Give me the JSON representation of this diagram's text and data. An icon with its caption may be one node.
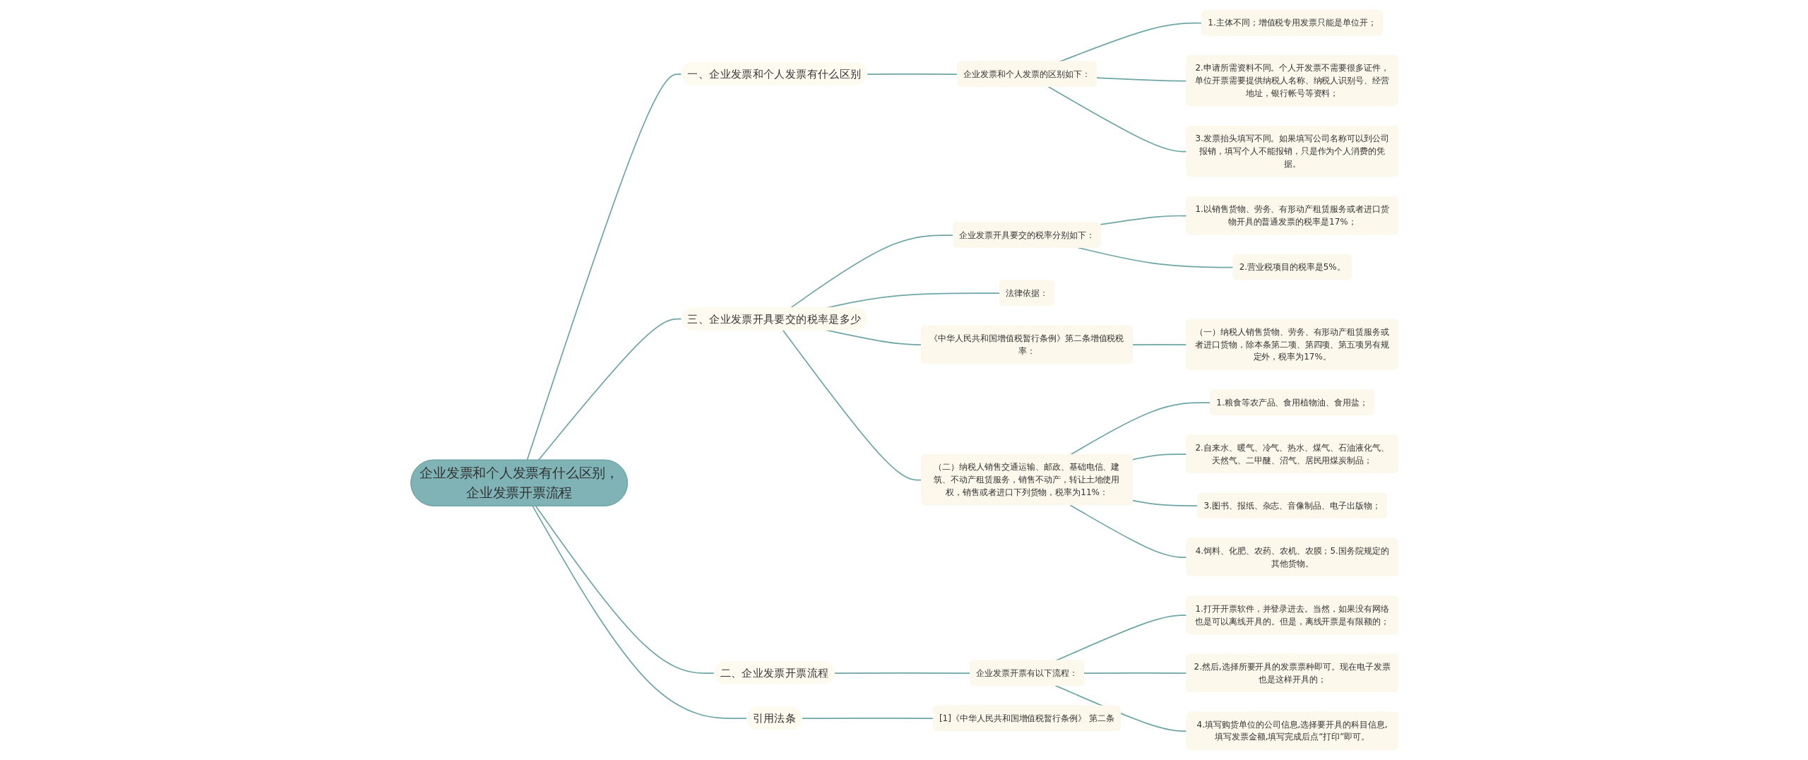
{
  "diagram": {
    "nodes": [
      {
        "text": [
          "企业发票和个人发票有什么区别，企业发票开票流程"
        ]
      },
      {
        "text": [
          "一、企业发票和个人发票有什么区别"
        ]
      },
      {
        "text": [
          "企业发票和个人发票的区别如下："
        ]
      },
      {
        "text": [
          "1.主体不同；增值税专用发票只能是单位开；"
        ]
      },
      {
        "text": [
          "2.申请所需资料不同。个人开发票不需要很多证件，单位开票需要提供纳税人名称、纳税人识别号、经营地址，银行帐号等资料；"
        ]
      },
      {
        "text": [
          "3.发票抬头填写不同。如果填写公司名称可以到公司报销，填写个人不能报销，只是作为个人消费的凭据。"
        ]
      },
      {
        "text": [
          "三、企业发票开具要交的税率是多少"
        ]
      },
      {
        "text": [
          "企业发票开具要交的税率分别如下："
        ]
      },
      {
        "text": [
          "1.以销售货物、劳务、有形动产租赁服务或者进口货物开具的普通发票的税率是17%；"
        ]
      },
      {
        "text": [
          "2.营业税项目的税率是5%。"
        ]
      },
      {
        "text": [
          "法律依据："
        ]
      },
      {
        "text": [
          "《中华人民共和国增值税暂行条例》第二条增值税税率："
        ]
      },
      {
        "text": [
          "（一）纳税人销售货物、劳务、有形动产租赁服务或者进口货物，除本条第二项、第四项、第五项另有规定外，税率为17%。"
        ]
      },
      {
        "text": [
          "（二）纳税人销售交通运输、邮政、基础电信、建筑、不动产租赁服务，销售不动产，转让土地使用权，销售或者进口下列货物，税率为11%："
        ]
      },
      {
        "text": [
          "1.粮食等农产品、食用植物油、食用盐；"
        ]
      },
      {
        "text": [
          "2.自来水、暖气、冷气、热水、煤气、石油液化气、天然气、二甲醚、沼气、居民用煤炭制品；"
        ]
      },
      {
        "text": [
          "3.图书、报纸、杂志、音像制品、电子出版物；"
        ]
      },
      {
        "text": [
          "4.饲料、化肥、农药、农机、农膜；5.国务院规定的其他货物。"
        ]
      },
      {
        "text": [
          "二、企业发票开票流程"
        ]
      },
      {
        "text": [
          "企业发票开票有以下流程："
        ]
      },
      {
        "text": [
          "1.打开开票软件，并登录进去。当然，如果没有网络也是可以离线开具的。但是，离线开票是有限额的；"
        ]
      },
      {
        "text": [
          "2.然后,选择所要开具的发票票种即可。现在电子发票也是这样开具的；"
        ]
      },
      {
        "text": [
          "4.填写购货单位的公司信息,选择要开具的科目信息,填写发票金额,填写完成后点“打印”即可。"
        ]
      },
      {
        "text": [
          "引用法条"
        ]
      },
      {
        "text": [
          "[1]《中华人民共和国增值税暂行条例》 第二条"
        ]
      }
    ],
    "edges": [
      {
        "from": 0,
        "to": 1,
        "arrow": "none"
      },
      {
        "from": 1,
        "to": 2,
        "arrow": "none"
      },
      {
        "from": 2,
        "to": 3,
        "arrow": "none"
      },
      {
        "from": 2,
        "to": 4,
        "arrow": "none"
      },
      {
        "from": 2,
        "to": 5,
        "arrow": "none"
      },
      {
        "from": 0,
        "to": 6,
        "arrow": "none"
      },
      {
        "from": 6,
        "to": 7,
        "arrow": "none"
      },
      {
        "from": 7,
        "to": 8,
        "arrow": "none"
      },
      {
        "from": 7,
        "to": 9,
        "arrow": "none"
      },
      {
        "from": 6,
        "to": 10,
        "arrow": "none"
      },
      {
        "from": 6,
        "to": 11,
        "arrow": "none"
      },
      {
        "from": 11,
        "to": 12,
        "arrow": "none"
      },
      {
        "from": 6,
        "to": 13,
        "arrow": "none"
      },
      {
        "from": 13,
        "to": 14,
        "arrow": "none"
      },
      {
        "from": 13,
        "to": 15,
        "arrow": "none"
      },
      {
        "from": 13,
        "to": 16,
        "arrow": "none"
      },
      {
        "from": 13,
        "to": 17,
        "arrow": "none"
      },
      {
        "from": 0,
        "to": 18,
        "arrow": "none"
      },
      {
        "from": 18,
        "to": 19,
        "arrow": "none"
      },
      {
        "from": 19,
        "to": 20,
        "arrow": "none"
      },
      {
        "from": 19,
        "to": 21,
        "arrow": "none"
      },
      {
        "from": 19,
        "to": 22,
        "arrow": "none"
      },
      {
        "from": 0,
        "to": 23,
        "arrow": "none"
      },
      {
        "from": 23,
        "to": 24,
        "arrow": "none"
      }
    ]
  }
}
